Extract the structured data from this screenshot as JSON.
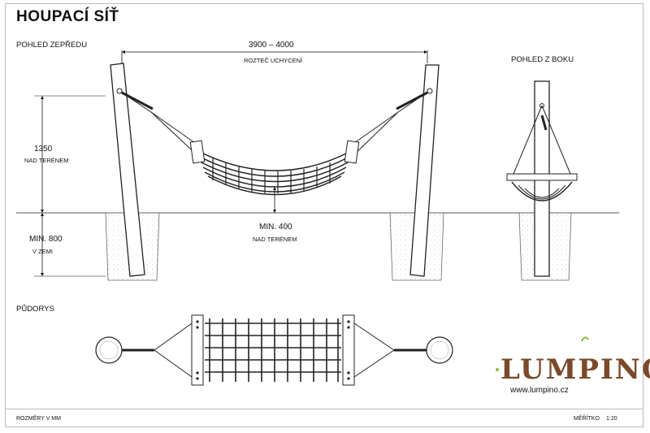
{
  "title": "HOUPACÍ SÍŤ",
  "views": {
    "front": "POHLED ZEPŘEDU",
    "side": "POHLED Z BOKU",
    "plan": "PŮDORYS"
  },
  "dimensions": {
    "span_value": "3900 – 4000",
    "span_label": "ROZTEČ UCHYCENÍ",
    "height_value": "1350",
    "height_label": "NAD TERÉNEM",
    "depth_value": "MIN. 800",
    "depth_label": "V ZEMI",
    "clearance_value": "MIN. 400",
    "clearance_label": "NAD TERÉNEM"
  },
  "brand": {
    "logo": "LUMPINO",
    "website": "www.lumpino.cz",
    "logo_color": "#7a4a2a",
    "leaf_color": "#8dbb3a"
  },
  "footer": {
    "units": "ROZMĚRY V MM",
    "scale_label": "MĚŘÍTKO",
    "scale_value": "1:20"
  }
}
